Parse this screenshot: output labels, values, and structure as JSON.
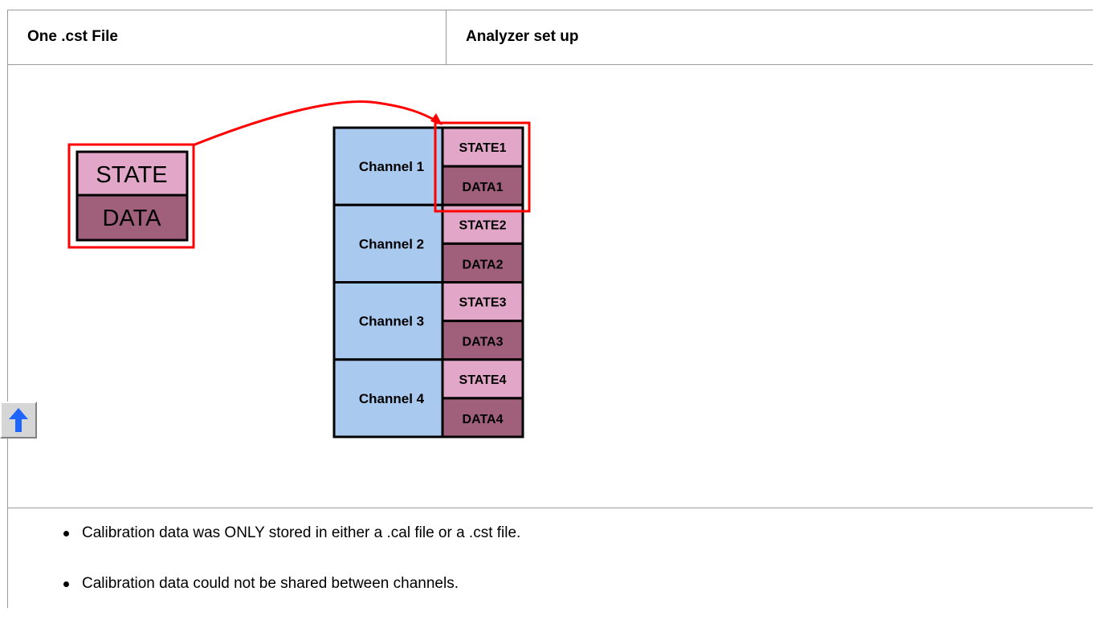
{
  "table": {
    "header_left": "One .cst File",
    "header_right": "Analyzer set up"
  },
  "source_file": {
    "state_label": "STATE",
    "data_label": "DATA"
  },
  "analyzer": {
    "channels": [
      {
        "label": "Channel 1",
        "state": "STATE1",
        "data": "DATA1"
      },
      {
        "label": "Channel 2",
        "state": "STATE2",
        "data": "DATA2"
      },
      {
        "label": "Channel 3",
        "state": "STATE3",
        "data": "DATA3"
      },
      {
        "label": "Channel 4",
        "state": "STATE4",
        "data": "DATA4"
      }
    ]
  },
  "colors": {
    "channel_fill": "#a9c9ef",
    "state_fill": "#e2a6c8",
    "data_fill": "#a0607b",
    "highlight": "#ff0000"
  },
  "nav": {
    "up_icon": "up-arrow-icon"
  },
  "notes": [
    "Calibration data was ONLY stored in either a .cal file or a .cst file.",
    "Calibration data could not be shared between channels."
  ]
}
